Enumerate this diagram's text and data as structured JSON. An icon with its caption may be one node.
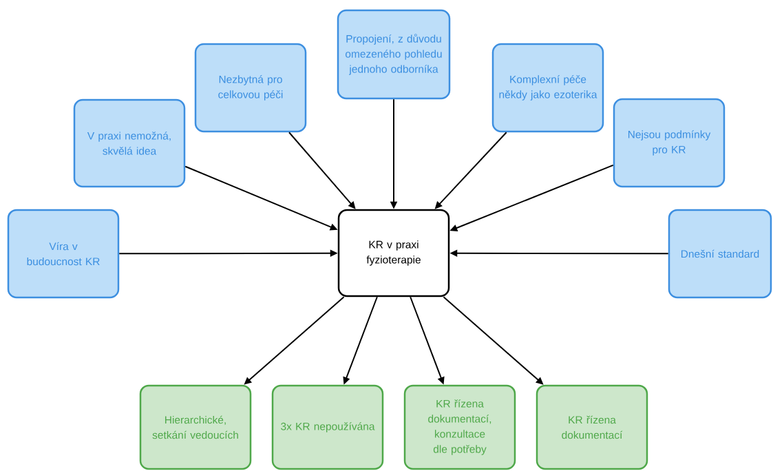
{
  "diagram": {
    "nodes": [
      {
        "text": [
          "KR v praxi fyzioterapie"
        ]
      },
      {
        "text": [
          "Víra v budoucnost KR"
        ]
      },
      {
        "text": [
          "V praxi nemožná, skvělá idea"
        ]
      },
      {
        "text": [
          "Nezbytná pro celkovou péči"
        ]
      },
      {
        "text": [
          "Propojení, z důvodu omezeného pohledu jednoho odborníka"
        ]
      },
      {
        "text": [
          "Komplexní péče někdy jako ezoterika"
        ]
      },
      {
        "text": [
          "Nejsou podmínky pro KR"
        ]
      },
      {
        "text": [
          "Dnešní standard"
        ]
      },
      {
        "text": [
          "Hierarchické, setkání vedoucích"
        ]
      },
      {
        "text": [
          "3x KR nepoužívána"
        ]
      },
      {
        "text": [
          "KR řízena dokumentací, konzultace dle potřeby"
        ]
      },
      {
        "text": [
          "KR řízena dokumentací"
        ]
      }
    ],
    "edges": [
      {
        "from": 1,
        "to": 0,
        "arrow": "to"
      },
      {
        "from": 2,
        "to": 0,
        "arrow": "to"
      },
      {
        "from": 3,
        "to": 0,
        "arrow": "to"
      },
      {
        "from": 4,
        "to": 0,
        "arrow": "to"
      },
      {
        "from": 5,
        "to": 0,
        "arrow": "to"
      },
      {
        "from": 6,
        "to": 0,
        "arrow": "to"
      },
      {
        "from": 7,
        "to": 0,
        "arrow": "to"
      },
      {
        "from": 0,
        "to": 8,
        "arrow": "to"
      },
      {
        "from": 0,
        "to": 9,
        "arrow": "to"
      },
      {
        "from": 0,
        "to": 10,
        "arrow": "to"
      },
      {
        "from": 0,
        "to": 11,
        "arrow": "to"
      }
    ]
  }
}
